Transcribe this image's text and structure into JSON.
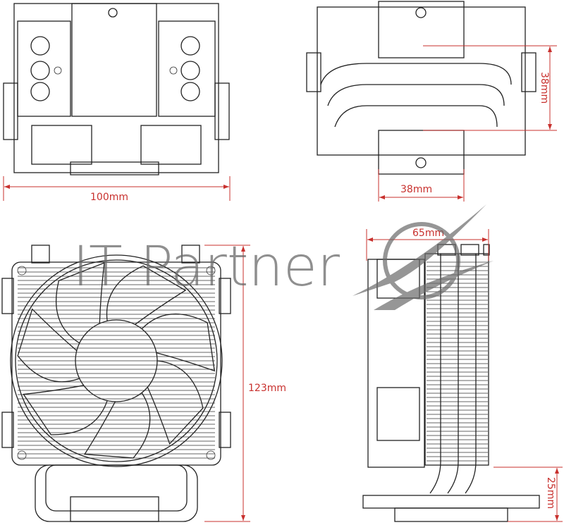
{
  "dimensions": {
    "top_width": "100mm",
    "side_heatpipe_height": "38mm",
    "side_base_width": "38mm",
    "depth": "65mm",
    "height": "123mm",
    "base_height": "25mm"
  },
  "watermark": {
    "text": "IT Partner",
    "color": "#6a6a6a"
  },
  "colors": {
    "dimension": "#c8312e",
    "outline": "#222222"
  }
}
